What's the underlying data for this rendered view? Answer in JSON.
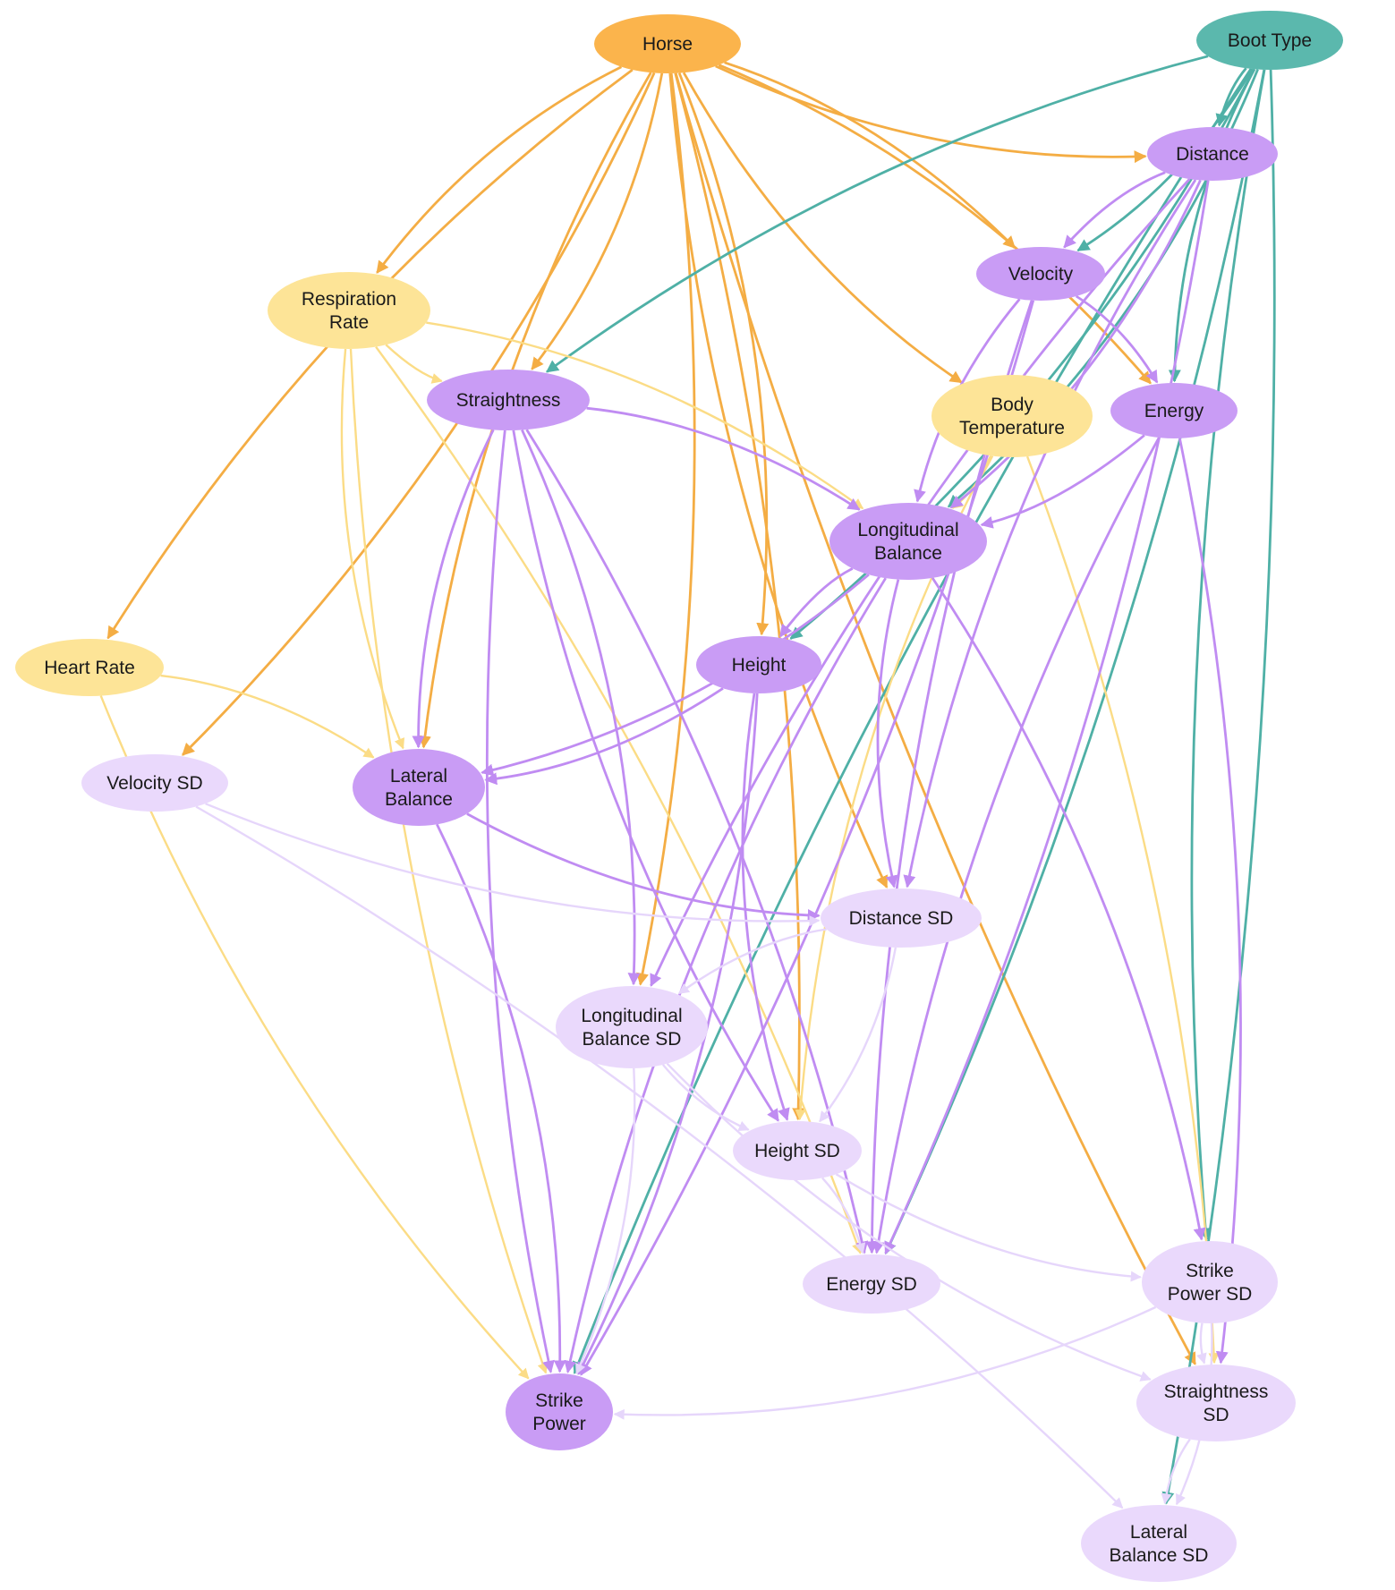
{
  "colors": {
    "horse": "#fbb44c",
    "boot": "#5bb8ad",
    "physio": "#fde497",
    "primary": "#c99cf5",
    "sd": "#ead9fc",
    "edge_horse": "#f4ad44",
    "edge_boot": "#4fb0a6",
    "edge_physio": "#fbdc86",
    "edge_primary": "#c08cf2",
    "edge_sd": "#e6d6fb"
  },
  "nodes": [
    {
      "id": "horse",
      "lines": [
        "Horse"
      ],
      "group": "horse"
    },
    {
      "id": "boot",
      "lines": [
        "Boot Type"
      ],
      "group": "boot"
    },
    {
      "id": "distance",
      "lines": [
        "Distance"
      ],
      "group": "primary"
    },
    {
      "id": "velocity",
      "lines": [
        "Velocity"
      ],
      "group": "primary"
    },
    {
      "id": "resp",
      "lines": [
        "Respiration",
        "Rate"
      ],
      "group": "physio"
    },
    {
      "id": "straight",
      "lines": [
        "Straightness"
      ],
      "group": "primary"
    },
    {
      "id": "bodytemp",
      "lines": [
        "Body",
        "Temperature"
      ],
      "group": "physio"
    },
    {
      "id": "energy",
      "lines": [
        "Energy"
      ],
      "group": "primary"
    },
    {
      "id": "longbal",
      "lines": [
        "Longitudinal",
        "Balance"
      ],
      "group": "primary"
    },
    {
      "id": "heartrate",
      "lines": [
        "Heart Rate"
      ],
      "group": "physio"
    },
    {
      "id": "height",
      "lines": [
        "Height"
      ],
      "group": "primary"
    },
    {
      "id": "velsd",
      "lines": [
        "Velocity SD"
      ],
      "group": "sd"
    },
    {
      "id": "latbal",
      "lines": [
        "Lateral",
        "Balance"
      ],
      "group": "primary"
    },
    {
      "id": "distsd",
      "lines": [
        "Distance SD"
      ],
      "group": "sd"
    },
    {
      "id": "longbalsd",
      "lines": [
        "Longitudinal",
        "Balance SD"
      ],
      "group": "sd"
    },
    {
      "id": "heightsd",
      "lines": [
        "Height SD"
      ],
      "group": "sd"
    },
    {
      "id": "energysd",
      "lines": [
        "Energy SD"
      ],
      "group": "sd"
    },
    {
      "id": "strikesd",
      "lines": [
        "Strike",
        "Power SD"
      ],
      "group": "sd"
    },
    {
      "id": "strike",
      "lines": [
        "Strike",
        "Power"
      ],
      "group": "primary"
    },
    {
      "id": "straightsd",
      "lines": [
        "Straightness",
        "SD"
      ],
      "group": "sd"
    },
    {
      "id": "latbalsd",
      "lines": [
        "Lateral",
        "Balance SD"
      ],
      "group": "sd"
    }
  ],
  "edges": [
    {
      "from": "horse",
      "to": "heartrate",
      "group": "horse"
    },
    {
      "from": "horse",
      "to": "velsd",
      "group": "horse"
    },
    {
      "from": "horse",
      "to": "resp",
      "group": "horse"
    },
    {
      "from": "horse",
      "to": "straight",
      "group": "horse"
    },
    {
      "from": "horse",
      "to": "latbal",
      "group": "horse"
    },
    {
      "from": "horse",
      "to": "longbalsd",
      "group": "horse"
    },
    {
      "from": "horse",
      "to": "straightsd",
      "group": "horse"
    },
    {
      "from": "horse",
      "to": "height",
      "group": "horse"
    },
    {
      "from": "horse",
      "to": "distsd",
      "group": "horse"
    },
    {
      "from": "horse",
      "to": "heightsd",
      "group": "horse"
    },
    {
      "from": "horse",
      "to": "bodytemp",
      "group": "horse"
    },
    {
      "from": "horse",
      "to": "velocity",
      "group": "horse"
    },
    {
      "from": "horse",
      "to": "distance",
      "group": "horse"
    },
    {
      "from": "horse",
      "to": "energy",
      "group": "horse"
    },
    {
      "from": "boot",
      "to": "distance",
      "group": "boot"
    },
    {
      "from": "boot",
      "to": "velocity",
      "group": "boot"
    },
    {
      "from": "boot",
      "to": "straight",
      "group": "boot"
    },
    {
      "from": "boot",
      "to": "longbal",
      "group": "boot"
    },
    {
      "from": "boot",
      "to": "energy",
      "group": "boot"
    },
    {
      "from": "boot",
      "to": "height",
      "group": "boot"
    },
    {
      "from": "boot",
      "to": "strikesd",
      "group": "boot"
    },
    {
      "from": "boot",
      "to": "energysd",
      "group": "boot"
    },
    {
      "from": "boot",
      "to": "strike",
      "group": "boot"
    },
    {
      "from": "boot",
      "to": "latbalsd",
      "group": "boot"
    },
    {
      "from": "resp",
      "to": "straight",
      "group": "physio"
    },
    {
      "from": "resp",
      "to": "longbal",
      "group": "physio"
    },
    {
      "from": "resp",
      "to": "latbal",
      "group": "physio"
    },
    {
      "from": "resp",
      "to": "energysd",
      "group": "physio"
    },
    {
      "from": "resp",
      "to": "strike",
      "group": "physio"
    },
    {
      "from": "heartrate",
      "to": "latbal",
      "group": "physio"
    },
    {
      "from": "heartrate",
      "to": "strike",
      "group": "physio"
    },
    {
      "from": "bodytemp",
      "to": "longbal",
      "group": "physio"
    },
    {
      "from": "bodytemp",
      "to": "heightsd",
      "group": "physio"
    },
    {
      "from": "bodytemp",
      "to": "straightsd",
      "group": "physio"
    },
    {
      "from": "distance",
      "to": "velocity",
      "group": "primary"
    },
    {
      "from": "distance",
      "to": "longbal",
      "group": "primary"
    },
    {
      "from": "distance",
      "to": "distsd",
      "group": "primary"
    },
    {
      "from": "distance",
      "to": "energysd",
      "group": "primary"
    },
    {
      "from": "distance",
      "to": "longbalsd",
      "group": "primary"
    },
    {
      "from": "velocity",
      "to": "energy",
      "group": "primary"
    },
    {
      "from": "velocity",
      "to": "longbal",
      "group": "primary"
    },
    {
      "from": "velocity",
      "to": "strike",
      "group": "primary"
    },
    {
      "from": "velocity",
      "to": "energysd",
      "group": "primary"
    },
    {
      "from": "straight",
      "to": "longbal",
      "group": "primary"
    },
    {
      "from": "straight",
      "to": "latbal",
      "group": "primary"
    },
    {
      "from": "straight",
      "to": "longbalsd",
      "group": "primary"
    },
    {
      "from": "straight",
      "to": "heightsd",
      "group": "primary"
    },
    {
      "from": "straight",
      "to": "energysd",
      "group": "primary"
    },
    {
      "from": "straight",
      "to": "strike",
      "group": "primary"
    },
    {
      "from": "energy",
      "to": "longbal",
      "group": "primary"
    },
    {
      "from": "energy",
      "to": "energysd",
      "group": "primary"
    },
    {
      "from": "energy",
      "to": "straightsd",
      "group": "primary"
    },
    {
      "from": "longbal",
      "to": "height",
      "group": "primary"
    },
    {
      "from": "longbal",
      "to": "latbal",
      "group": "primary"
    },
    {
      "from": "longbal",
      "to": "distsd",
      "group": "primary"
    },
    {
      "from": "longbal",
      "to": "strikesd",
      "group": "primary"
    },
    {
      "from": "longbal",
      "to": "strike",
      "group": "primary"
    },
    {
      "from": "height",
      "to": "latbal",
      "group": "primary"
    },
    {
      "from": "height",
      "to": "heightsd",
      "group": "primary"
    },
    {
      "from": "height",
      "to": "strike",
      "group": "primary"
    },
    {
      "from": "latbal",
      "to": "distsd",
      "group": "primary"
    },
    {
      "from": "latbal",
      "to": "strike",
      "group": "primary"
    },
    {
      "from": "velsd",
      "to": "distsd",
      "group": "sd"
    },
    {
      "from": "velsd",
      "to": "latbalsd",
      "group": "sd"
    },
    {
      "from": "distsd",
      "to": "longbalsd",
      "group": "sd"
    },
    {
      "from": "distsd",
      "to": "heightsd",
      "group": "sd"
    },
    {
      "from": "longbalsd",
      "to": "heightsd",
      "group": "sd"
    },
    {
      "from": "longbalsd",
      "to": "strike",
      "group": "sd"
    },
    {
      "from": "longbalsd",
      "to": "straightsd",
      "group": "sd"
    },
    {
      "from": "heightsd",
      "to": "energysd",
      "group": "sd"
    },
    {
      "from": "heightsd",
      "to": "strikesd",
      "group": "sd"
    },
    {
      "from": "strikesd",
      "to": "strike",
      "group": "sd"
    },
    {
      "from": "strikesd",
      "to": "straightsd",
      "group": "sd"
    },
    {
      "from": "strikesd",
      "to": "latbalsd",
      "group": "sd"
    },
    {
      "from": "straightsd",
      "to": "latbalsd",
      "group": "sd"
    }
  ]
}
